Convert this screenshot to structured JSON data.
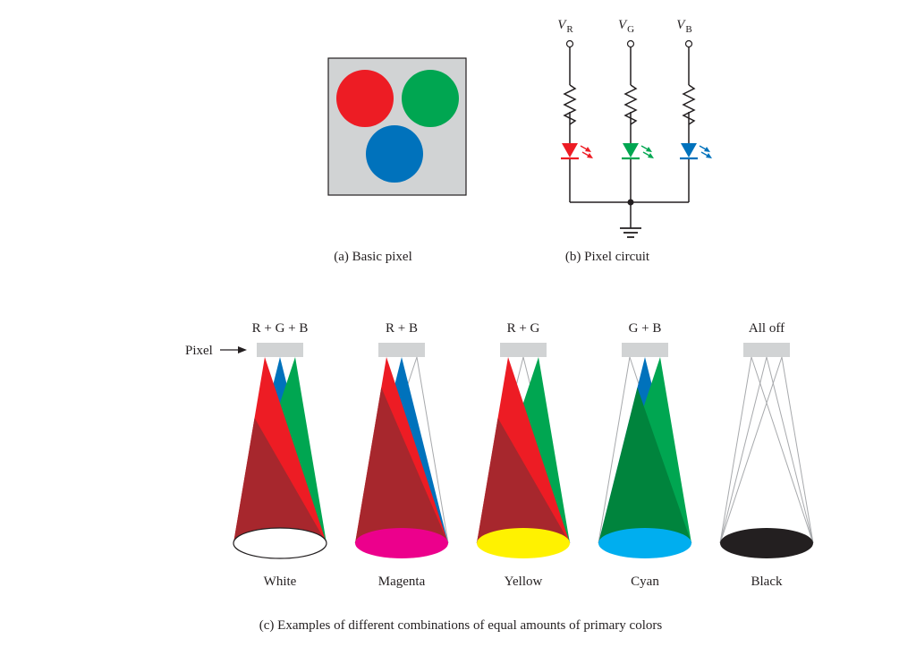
{
  "colors": {
    "red": "#ed1c24",
    "green": "#00a651",
    "blue": "#0072bc",
    "pixel_gray": "#d1d3d4",
    "overlap": "#a7272d",
    "green_dark": "#00843d",
    "magenta": "#ec008c",
    "yellow": "#fff200",
    "cyan": "#00aeef",
    "black": "#231f20"
  },
  "panel_a": {
    "caption": "(a) Basic pixel"
  },
  "panel_b": {
    "caption": "(b) Pixel circuit",
    "sources": [
      {
        "name": "V",
        "sub": "R",
        "color": "red"
      },
      {
        "name": "V",
        "sub": "G",
        "color": "green"
      },
      {
        "name": "V",
        "sub": "B",
        "color": "blue"
      }
    ]
  },
  "panel_c": {
    "caption": "(c) Examples of different combinations of equal amounts of primary colors",
    "pixel_label": "Pixel",
    "combos": [
      {
        "label": "R + G + B",
        "result": "White",
        "result_color": "#ffffff",
        "on": [
          "red",
          "green",
          "blue"
        ]
      },
      {
        "label": "R + B",
        "result": "Magenta",
        "result_color": "#ec008c",
        "on": [
          "red",
          "blue"
        ]
      },
      {
        "label": "R + G",
        "result": "Yellow",
        "result_color": "#fff200",
        "on": [
          "red",
          "green"
        ]
      },
      {
        "label": "G + B",
        "result": "Cyan",
        "result_color": "#00aeef",
        "on": [
          "green",
          "blue"
        ]
      },
      {
        "label": "All off",
        "result": "Black",
        "result_color": "#231f20",
        "on": []
      }
    ]
  }
}
